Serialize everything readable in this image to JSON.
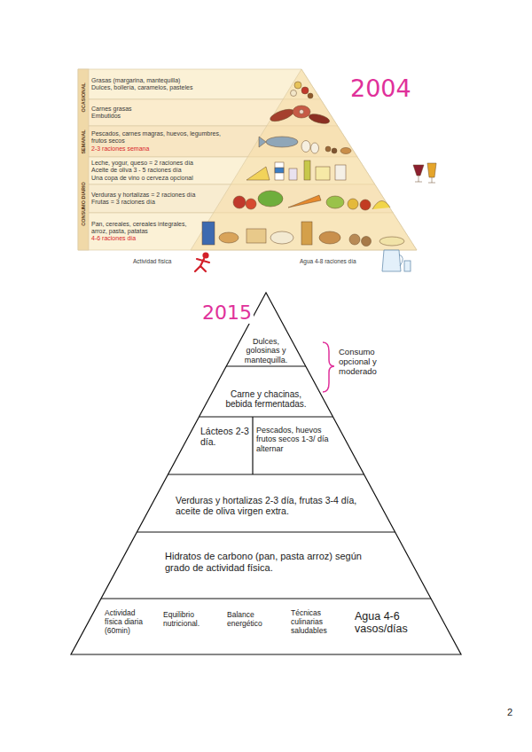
{
  "diagram": {
    "nodes": [
      {
        "text": [
          "Grasas (margarina, mantequilla)",
          "Dulces, bollería, caramelos, pasteles"
        ]
      },
      {
        "text": [
          "Carnes grasas",
          "Embutidos"
        ]
      },
      {
        "text": [
          "Pescados, carnes magras, huevos, legumbres, frutos secos",
          "2-3 raciones semana"
        ]
      },
      {
        "text": [
          "Leche, yogur, queso = 2 raciones día",
          "Aceite de oliva 3 - 5 raciones día",
          "Una copa de vino o cerveza opcional"
        ]
      },
      {
        "text": [
          "Verduras y hortalizas = 2 raciones día",
          "Frutas = 3 raciones día"
        ]
      },
      {
        "text": [
          "Pan, cereales, cereales integrales, arroz, pasta, patatas",
          "4-6 raciones día"
        ]
      },
      {
        "text": [
          "Dulces, golosinas y mantequilla."
        ]
      },
      {
        "text": [
          "Carne y chacinas, bebida fermentadas."
        ]
      },
      {
        "text": [
          "Lácteos 2-3 día."
        ]
      },
      {
        "text": [
          "Pescados, huevos frutos secos 1-3/ día alternar"
        ]
      },
      {
        "text": [
          "Verduras y hortalizas 2-3 día, frutas 3-4 día, aceite de oliva virgen extra."
        ]
      },
      {
        "text": [
          "Hidratos de carbono (pan, pasta arroz) según grado de actividad física."
        ]
      },
      {
        "text": [
          "Actividad física diaria (60min)",
          "Equilibrio nutricional.",
          "Balance energético",
          "Técnicas culinarias saludables",
          "Agua 4-6 vasos/días"
        ]
      }
    ],
    "labels": [
      "2004",
      "OCASIONAL",
      "SEMANAL",
      "CONSUMO DIARIO",
      "Actividad física",
      "Agua 4-8 raciones día",
      "2015",
      "Consumo opcional y moderado",
      "2"
    ]
  }
}
